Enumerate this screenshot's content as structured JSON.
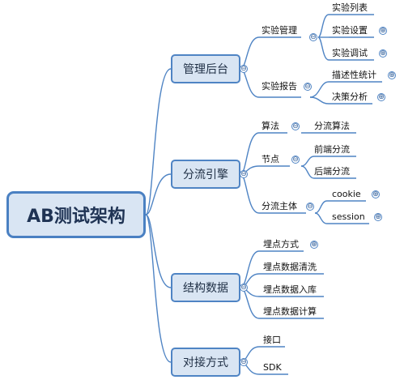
{
  "root": {
    "label": "AB测试架构"
  },
  "branches": [
    {
      "label": "管理后台"
    },
    {
      "label": "分流引擎"
    },
    {
      "label": "结构数据"
    },
    {
      "label": "对接方式"
    }
  ],
  "nodes": {
    "shiyan_guanli": "实验管理",
    "shiyan_liebiao": "实验列表",
    "shiyan_shezhi": "实验设置",
    "shiyan_tiaoshi": "实验调试",
    "shiyan_baogao": "实验报告",
    "miaoshu_tongji": "描述性统计",
    "juece_fenxi": "决策分析",
    "suanfa": "算法",
    "fenliu_suanfa": "分流算法",
    "jiedian": "节点",
    "qianduan_fenliu": "前端分流",
    "houduan_fenliu": "后端分流",
    "fenliu_zhuti": "分流主体",
    "cookie": "cookie",
    "session": "session",
    "maidian_fangshi": "埋点方式",
    "maidian_qingxi": "埋点数据清洗",
    "maidian_ruku": "埋点数据入库",
    "maidian_jisuan": "埋点数据计算",
    "jiekou": "接口",
    "sdk": "SDK"
  },
  "toggles": {
    "collapse": "⊖",
    "expand": "⊕"
  },
  "colors": {
    "line": "#4f84c4",
    "node_fill": "#d9e5f3",
    "root_border": "#4a80c2"
  }
}
